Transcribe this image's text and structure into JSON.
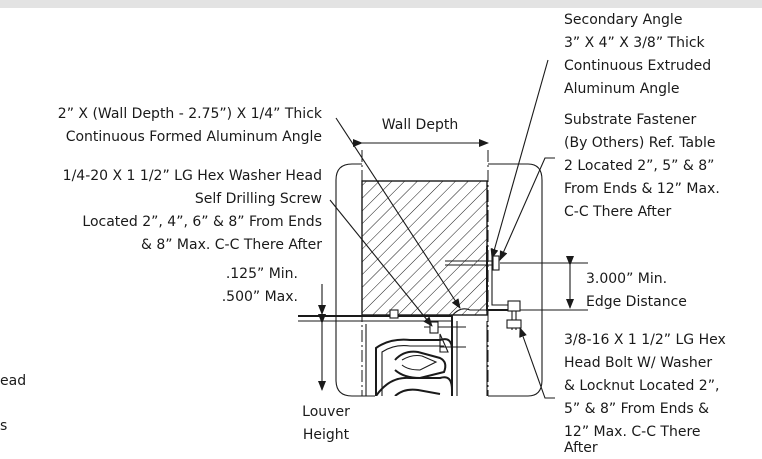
{
  "callouts": {
    "secondary_angle": [
      "Secondary Angle",
      "3” X 4” X 3/8” Thick",
      "Continuous Extruded",
      "Aluminum Angle"
    ],
    "formed_angle": [
      "2” X (Wall Depth - 2.75”) X 1/4” Thick",
      "Continuous Formed Aluminum Angle"
    ],
    "wall_depth": [
      "Wall Depth"
    ],
    "substrate_fastener": [
      "Substrate Fastener",
      "(By Others) Ref. Table",
      "2 Located 2”, 5” & 8”",
      "From Ends & 12” Max.",
      "C-C There After"
    ],
    "screw": [
      "1/4-20 X 1 1/2” LG Hex Washer Head",
      "Self Drilling Screw",
      "Located 2”, 4”, 6” & 8” From Ends",
      "& 8” Max. C-C There After"
    ],
    "gap": [
      ".125” Min.",
      ".500” Max."
    ],
    "edge_distance": [
      "3.000” Min.",
      "Edge Distance"
    ],
    "hex_bolt": [
      "3/8-16 X 1 1/2” LG Hex",
      "Head Bolt W/ Washer",
      "& Locknut Located 2”,",
      "5” & 8” From Ends &",
      "12” Max. C-C There",
      "After"
    ],
    "louver_height": [
      "Louver",
      "Height"
    ],
    "clipped_left": [
      "ead",
      "s"
    ]
  }
}
